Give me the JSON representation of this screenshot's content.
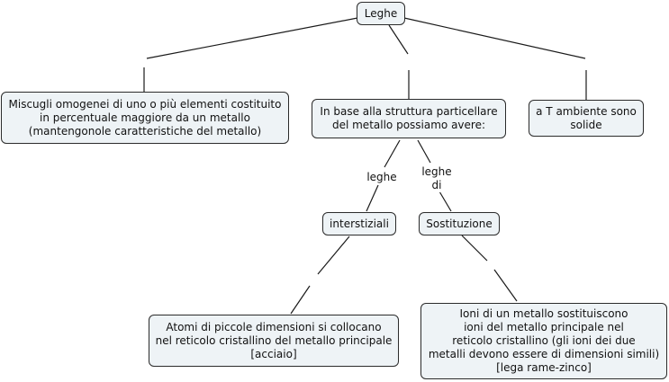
{
  "concept_map": {
    "root": "Leghe",
    "definition": "Miscugli omogenei di uno o più elementi costituito\nin percentuale maggiore da un metallo\n(mantengonole caratteristiche del metallo)",
    "structure": "In base alla struttura particellare\ndel metallo possiamo avere:",
    "state": "a T ambiente sono\nsolide",
    "link_leghe": "leghe",
    "link_leghe_di": "leghe\ndi",
    "interstitial": "interstiziali",
    "substitution": "Sostituzione",
    "interstitial_desc": "Atomi di piccole dimensioni si collocano\nnel reticolo cristallino del metallo principale\n[acciaio]",
    "substitution_desc": "Ioni di un metallo sostituiscono\nioni del metallo principale nel\nreticolo cristallino (gli ioni dei due\nmetalli devono essere di dimensioni simili)\n[lega rame-zinco]"
  }
}
